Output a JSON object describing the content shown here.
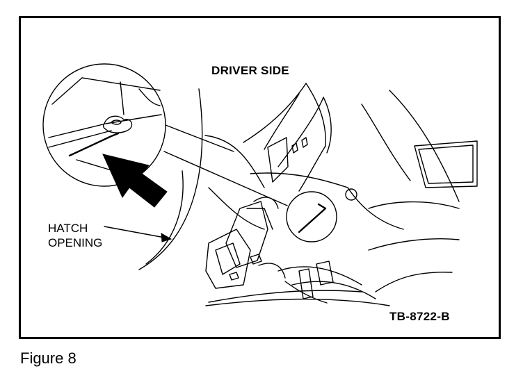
{
  "figure": {
    "labels": {
      "driver_side": "DRIVER SIDE",
      "hatch_opening_line1": "HATCH",
      "hatch_opening_line2": "OPENING",
      "drawing_code": "TB-8722-B"
    },
    "caption": "Figure 8"
  },
  "colors": {
    "ink": "#000000",
    "paper": "#ffffff"
  }
}
